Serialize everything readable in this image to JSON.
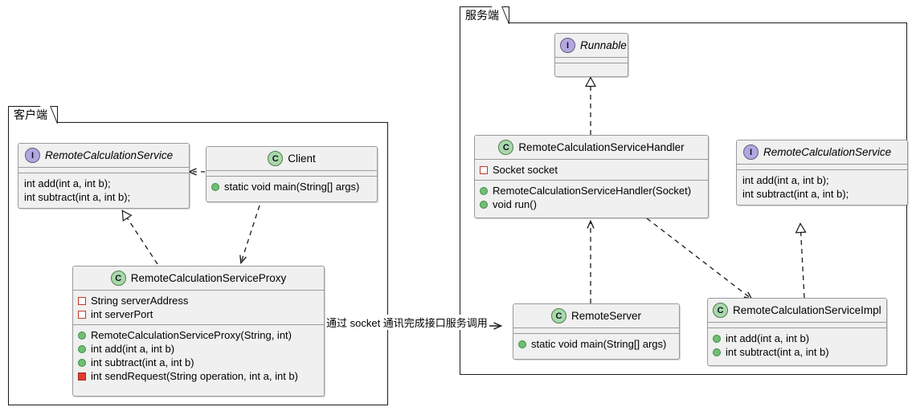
{
  "diagram": {
    "title_kind": "uml-class-diagram",
    "packages": [
      {
        "id": "client",
        "label": "客户端"
      },
      {
        "id": "server",
        "label": "服务端"
      }
    ],
    "socket_annotation": "通过 socket 通讯完成接口服务调用",
    "colors": {
      "interface_badge": "#b4a7e0",
      "class_badge": "#a9d8a9",
      "public_marker": "#6fbf73",
      "private_marker": "#c0392b",
      "private_filled_marker": "#e23b2e",
      "node_fill": "#f0f0f0",
      "node_border": "#9a9a9a",
      "frame_border": "#1a1a1a"
    },
    "nodes": {
      "client_interface": {
        "stereotype": "I",
        "name": "RemoteCalculationService",
        "attributes": [],
        "methods": [
          {
            "visibility": "none",
            "text": "int add(int a, int b);"
          },
          {
            "visibility": "none",
            "text": "int subtract(int a, int b);"
          }
        ]
      },
      "client": {
        "stereotype": "C",
        "name": "Client",
        "attributes": [],
        "methods": [
          {
            "visibility": "public",
            "text": "static void main(String[] args)"
          }
        ]
      },
      "proxy": {
        "stereotype": "C",
        "name": "RemoteCalculationServiceProxy",
        "attributes": [
          {
            "visibility": "private",
            "text": "String serverAddress"
          },
          {
            "visibility": "private",
            "text": "int serverPort"
          }
        ],
        "methods": [
          {
            "visibility": "public",
            "text": "RemoteCalculationServiceProxy(String, int)"
          },
          {
            "visibility": "public",
            "text": "int add(int a, int b)"
          },
          {
            "visibility": "public",
            "text": "int subtract(int a, int b)"
          },
          {
            "visibility": "private_filled",
            "text": "int sendRequest(String operation, int a, int b)"
          }
        ]
      },
      "runnable": {
        "stereotype": "I",
        "name": "Runnable",
        "attributes": [],
        "methods": []
      },
      "handler": {
        "stereotype": "C",
        "name": "RemoteCalculationServiceHandler",
        "attributes": [
          {
            "visibility": "private",
            "text": "Socket socket"
          }
        ],
        "methods": [
          {
            "visibility": "public",
            "text": "RemoteCalculationServiceHandler(Socket)"
          },
          {
            "visibility": "public",
            "text": "void run()"
          }
        ]
      },
      "server_interface": {
        "stereotype": "I",
        "name": "RemoteCalculationService",
        "attributes": [],
        "methods": [
          {
            "visibility": "none",
            "text": "int add(int a, int b);"
          },
          {
            "visibility": "none",
            "text": "int subtract(int a, int b);"
          }
        ]
      },
      "remote_server": {
        "stereotype": "C",
        "name": "RemoteServer",
        "attributes": [],
        "methods": [
          {
            "visibility": "public",
            "text": "static void main(String[] args)"
          }
        ]
      },
      "impl": {
        "stereotype": "C",
        "name": "RemoteCalculationServiceImpl",
        "attributes": [],
        "methods": [
          {
            "visibility": "public",
            "text": "int add(int a, int b)"
          },
          {
            "visibility": "public",
            "text": "int subtract(int a, int b)"
          }
        ]
      }
    },
    "relationships": [
      {
        "from": "client",
        "to": "client_interface",
        "type": "dependency"
      },
      {
        "from": "client",
        "to": "proxy",
        "type": "dependency"
      },
      {
        "from": "proxy",
        "to": "client_interface",
        "type": "realization"
      },
      {
        "from": "handler",
        "to": "runnable",
        "type": "realization"
      },
      {
        "from": "remote_server",
        "to": "handler",
        "type": "dependency"
      },
      {
        "from": "handler",
        "to": "impl",
        "type": "dependency"
      },
      {
        "from": "impl",
        "to": "server_interface",
        "type": "realization"
      }
    ]
  }
}
